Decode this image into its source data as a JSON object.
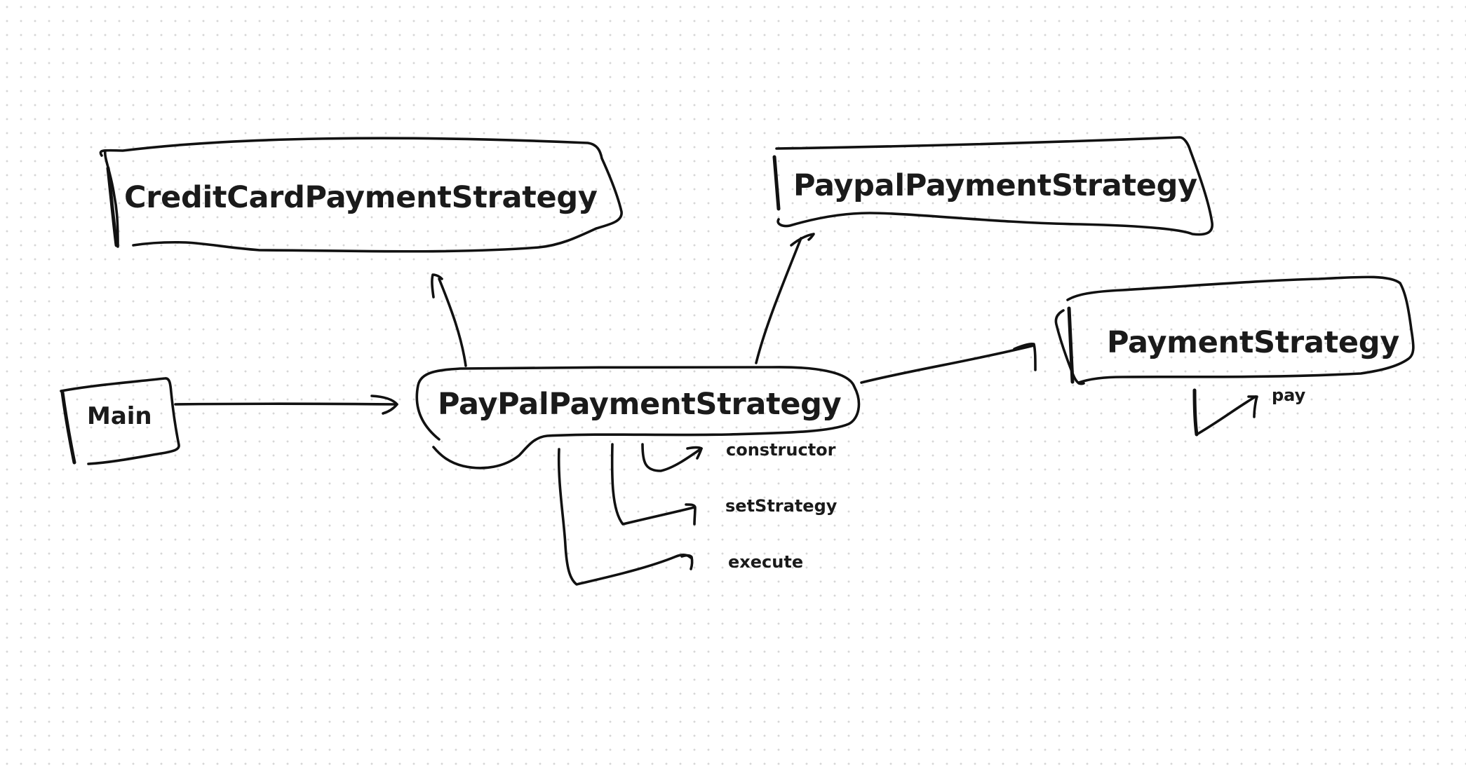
{
  "nodes": {
    "credit_card": "CreditCardPaymentStrategy",
    "paypal_lower": "PaypalPaymentStrategy",
    "payment_strategy": "PaymentStrategy",
    "main": "Main",
    "paypal_center": "PayPalPaymentStrategy"
  },
  "methods": {
    "constructor": "constructor",
    "set_strategy": "setStrategy",
    "execute": "execute",
    "pay": "pay"
  },
  "colors": {
    "ink": "#111111",
    "background": "#ffffff",
    "grid_dot": "#d6d6d6"
  }
}
